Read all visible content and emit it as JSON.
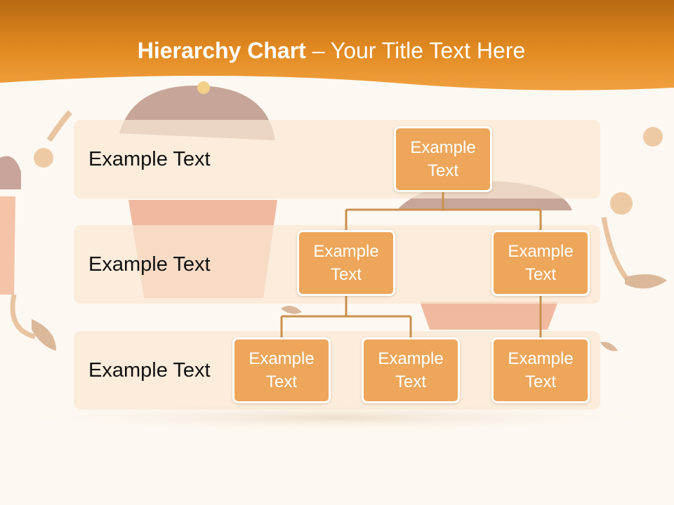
{
  "slide": {
    "title_bold": "Hierarchy Chart",
    "title_rest": " – Your Title Text Here"
  },
  "rows": [
    {
      "label": "Example Text"
    },
    {
      "label": "Example Text"
    },
    {
      "label": "Example Text"
    }
  ],
  "nodes": {
    "root": {
      "text": "Example Text"
    },
    "level2_left": {
      "text": "Example Text"
    },
    "level2_right": {
      "text": "Example Text"
    },
    "level3_a": {
      "text": "Example Text"
    },
    "level3_b": {
      "text": "Example Text"
    },
    "level3_c": {
      "text": "Example Text"
    }
  },
  "colors": {
    "header": "#e28a22",
    "node_fill": "#eda65a",
    "connector": "#c9914e",
    "band": "#fae8d2"
  }
}
